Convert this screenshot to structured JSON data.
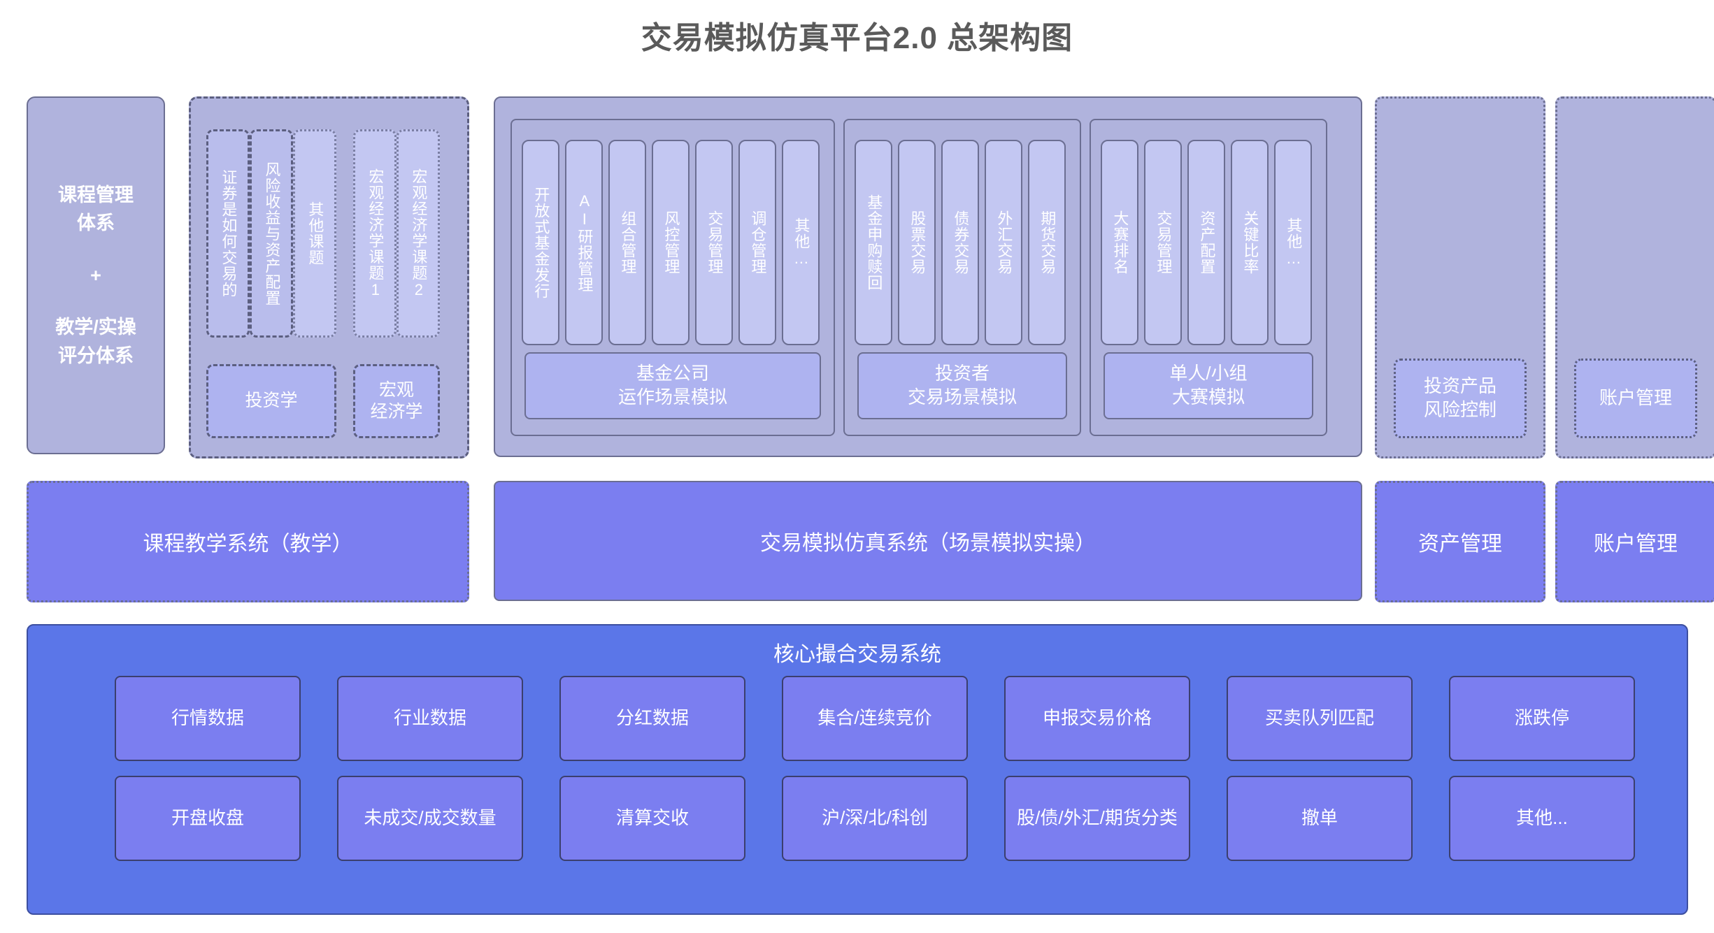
{
  "title": "交易模拟仿真平台2.0 总架构图",
  "colors": {
    "title_text": "#5a5a5a",
    "group_fill": "#b0b3dd",
    "cell_fill": "#c3c7f2",
    "caption_fill": "#aeb3f0",
    "bar_fill": "#7b7ef0",
    "core_fill": "#5b76e8",
    "border": "#6b6e92"
  },
  "row1": {
    "course_group": {
      "line1": "课程管理",
      "line2": "体系",
      "plus": "+",
      "line3": "教学/实操",
      "line4": "评分体系"
    },
    "curriculum_group": {
      "topics_a": [
        "证券是如何交易的",
        "风险收益与资产配置",
        "其他课题"
      ],
      "topics_b": [
        "宏观经济学课题1",
        "宏观经济学课题2"
      ],
      "course_a": "投资学",
      "course_b_line1": "宏观",
      "course_b_line2": "经济学"
    },
    "simulation_group": {
      "subgroups": [
        {
          "cells": [
            "开放式基金发行",
            "AI研报管理",
            "组合管理",
            "风控管理",
            "交易管理",
            "调仓管理",
            "其他…"
          ],
          "caption_line1": "基金公司",
          "caption_line2": "运作场景模拟"
        },
        {
          "cells": [
            "基金申购赎回",
            "股票交易",
            "债券交易",
            "外汇交易",
            "期货交易"
          ],
          "caption_line1": "投资者",
          "caption_line2": "交易场景模拟"
        },
        {
          "cells": [
            "大赛排名",
            "交易管理",
            "资产配置",
            "关键比率",
            "其他…"
          ],
          "caption_line1": "单人/小组",
          "caption_line2": "大赛模拟"
        }
      ]
    },
    "risk_group": {
      "box_line1": "投资产品",
      "box_line2": "风险控制"
    },
    "account_group": {
      "box": "账户管理"
    }
  },
  "row2": {
    "bars": [
      {
        "label": "课程教学系统（教学）"
      },
      {
        "label": "交易模拟仿真系统（场景模拟实操）"
      },
      {
        "label": "资产管理"
      },
      {
        "label": "账户管理"
      }
    ]
  },
  "core": {
    "title": "核心撮合交易系统",
    "row1": [
      "行情数据",
      "行业数据",
      "分红数据",
      "集合/连续竞价",
      "申报交易价格",
      "买卖队列匹配",
      "涨跌停"
    ],
    "row2": [
      "开盘收盘",
      "未成交/成交数量",
      "清算交收",
      "沪/深/北/科创",
      "股/债/外汇/期货分类",
      "撤单",
      "其他..."
    ]
  }
}
